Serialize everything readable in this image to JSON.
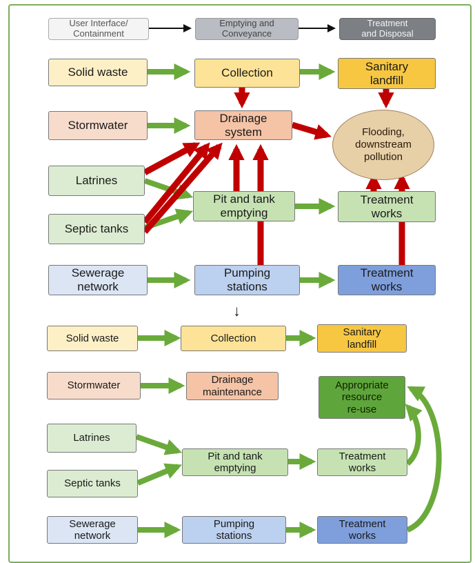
{
  "legend": {
    "stage1": "User Interface/\nContainment",
    "stage2": "Emptying and\nConveyance",
    "stage3": "Treatment\nand Disposal"
  },
  "current": {
    "solid_waste": "Solid waste",
    "collection": "Collection",
    "landfill": "Sanitary\nlandfill",
    "stormwater": "Stormwater",
    "drainage": "Drainage\nsystem",
    "flooding": "Flooding,\ndownstream\npollution",
    "latrines": "Latrines",
    "septic": "Septic tanks",
    "pit_emptying": "Pit and tank\nemptying",
    "treatment_1": "Treatment\nworks",
    "sewerage": "Sewerage\nnetwork",
    "pumping": "Pumping\nstations",
    "treatment_2": "Treatment\nworks"
  },
  "transition_arrow": "↓",
  "improved": {
    "solid_waste": "Solid waste",
    "collection": "Collection",
    "landfill": "Sanitary\nlandfill",
    "stormwater": "Stormwater",
    "drainage": "Drainage\nmaintenance",
    "reuse": "Appropriate\nresource\nre-use",
    "latrines": "Latrines",
    "septic": "Septic tanks",
    "pit_emptying": "Pit and tank\nemptying",
    "treatment_1": "Treatment\nworks",
    "sewerage": "Sewerage\nnetwork",
    "pumping": "Pumping\nstations",
    "treatment_2": "Treatment\nworks"
  },
  "colors": {
    "good_flow": "#6aaa3a",
    "bad_flow": "#c00000",
    "stage_arrow": "#111111"
  }
}
